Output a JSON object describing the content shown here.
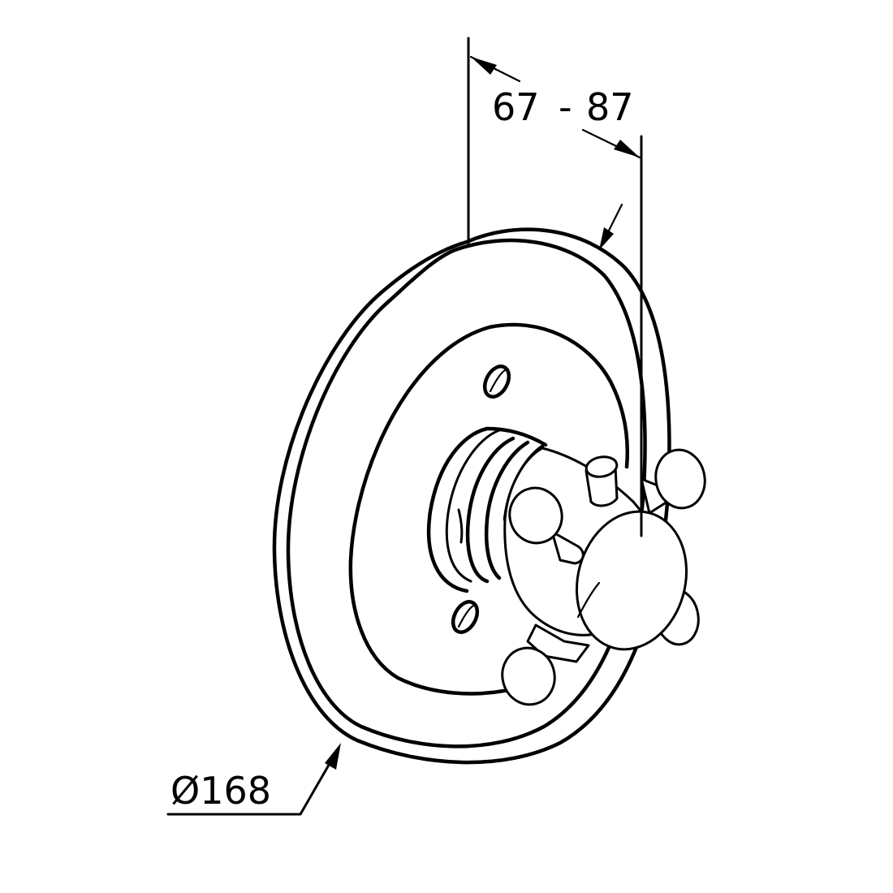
{
  "dimensions": {
    "depth_min": "67",
    "depth_sep": "-",
    "depth_max": "87",
    "diameter": "Ø168"
  },
  "colors": {
    "line": "#000000",
    "background": "#ffffff"
  }
}
